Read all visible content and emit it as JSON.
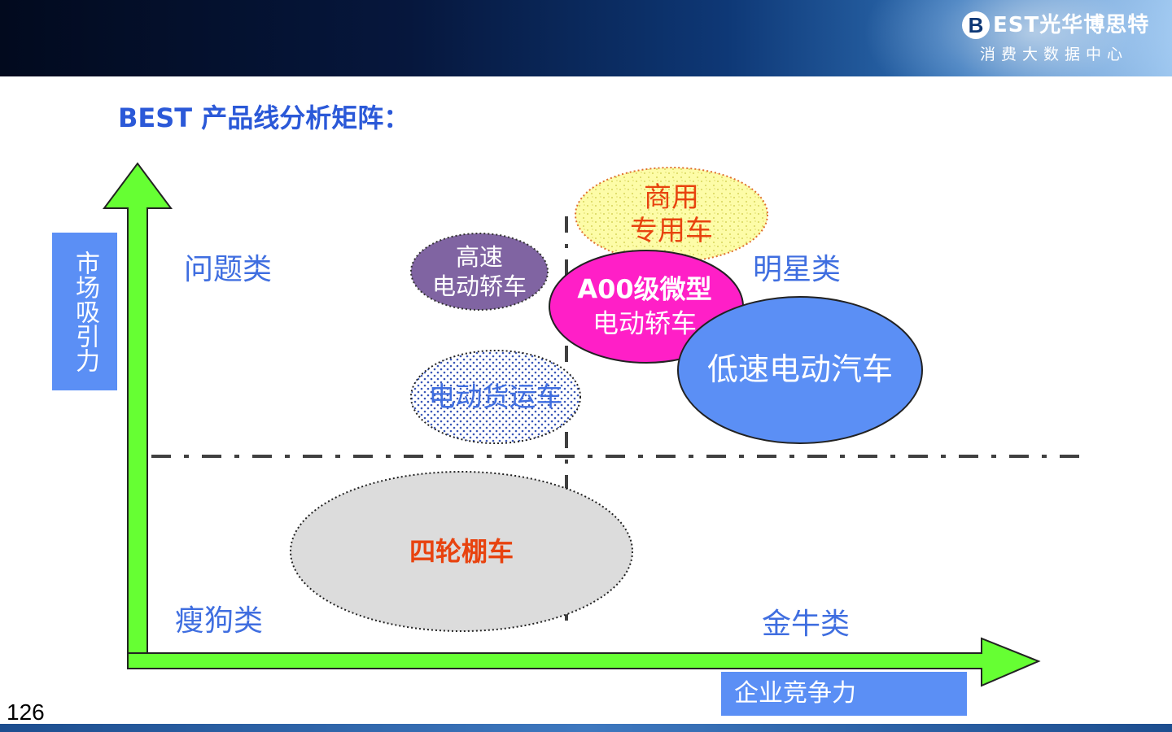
{
  "header": {
    "logo_mark": "B",
    "brand": "EST光华博思特",
    "subtitle": "消费大数据中心"
  },
  "title": "BEST 产品线分析矩阵：",
  "axes": {
    "y_label": "市场吸引力",
    "x_label": "企业竞争力"
  },
  "quadrants": {
    "question": "问题类",
    "star": "明星类",
    "dog": "瘦狗类",
    "cow": "金牛类"
  },
  "bubbles": [
    {
      "line1": "商用",
      "line2": "专用车",
      "text_color": "#e8430f",
      "fill": "#fdfca8"
    },
    {
      "line1": "高速",
      "line2": "电动轿车",
      "text_color": "#ffffff",
      "fill": "#8064a2"
    },
    {
      "line1": "A00级微型",
      "line2": "电动轿车",
      "text_color": "#ffffff",
      "fill": "#ff1fc7"
    },
    {
      "line1": "低速电动汽车",
      "text_color": "#ffffff",
      "fill": "#5b8ff5"
    },
    {
      "line1": "电动货运车",
      "text_color": "#3f6ee0",
      "fill": "#ffffff"
    },
    {
      "line1": "四轮棚车",
      "text_color": "#e8430f",
      "fill": "#dcdcdc"
    }
  ],
  "colors": {
    "arrow": "#66ff33",
    "axis_label_bg": "#5b8ff5",
    "title": "#2b59d8"
  },
  "page_number": "126"
}
